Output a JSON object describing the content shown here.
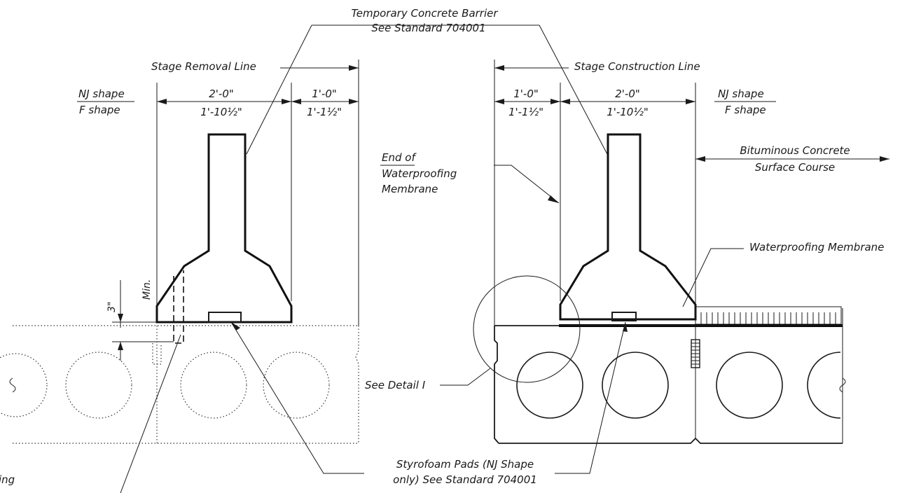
{
  "labels": {
    "barrier_line1": "Temporary Concrete Barrier",
    "barrier_line2": "See Standard 704001",
    "stage_removal": "Stage Removal Line",
    "stage_construction": "Stage Construction Line",
    "left_nj": "NJ shape",
    "left_f": "F shape",
    "left_dim_top_main": "2'-0\"",
    "left_dim_bot_main": "1'-10½\"",
    "left_dim_top_side": "1'-0\"",
    "left_dim_bot_side": "1'-1½\"",
    "right_dim_top_side": "1'-0\"",
    "right_dim_bot_side": "1'-1½\"",
    "right_dim_top_main": "2'-0\"",
    "right_dim_bot_main": "1'-10½\"",
    "right_nj": "NJ shape",
    "right_f": "F shape",
    "end_wp_1": "End of",
    "end_wp_2": "Waterproofing",
    "end_wp_3": "Membrane",
    "bitum_1": "Bituminous Concrete",
    "bitum_2": "Surface Course",
    "wp_membrane": "Waterproofing Membrane",
    "three_in": "3\"",
    "min": "Min.",
    "see_detail": "See Detail I",
    "styro_1": "Styrofoam Pads (NJ Shape",
    "styro_2": "only) See Standard 704001",
    "left_cut": "ing"
  },
  "colors": {
    "ink": "#1a1a1a",
    "background": "#ffffff"
  }
}
